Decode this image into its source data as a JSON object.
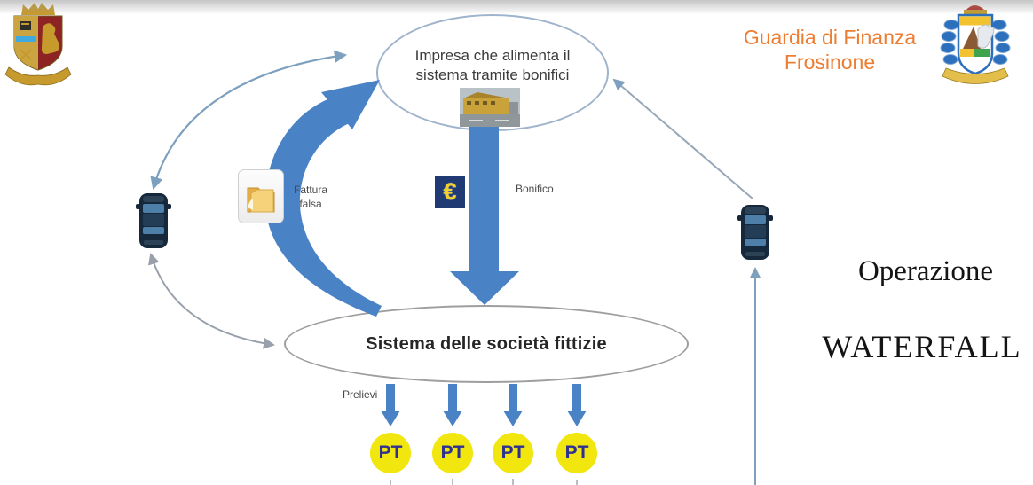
{
  "header": {
    "agency_line1": "Guardia di Finanza",
    "agency_line2": "Frosinone",
    "agency_color": "#ED7D31"
  },
  "operation": {
    "line1": "Operazione",
    "line2": "WATERFALL"
  },
  "diagram": {
    "top_ellipse_label": "Impresa che alimenta il sistema tramite bonifici",
    "bottom_ellipse_label": "Sistema delle società fittizie",
    "bonifico_label": "Bonifico",
    "fattura_label": "Fattura falsa",
    "prelievi_label": "Prelievi",
    "euro_symbol": "€",
    "pt_nodes": [
      {
        "label": "PT"
      },
      {
        "label": "PT"
      },
      {
        "label": "PT"
      },
      {
        "label": "PT"
      }
    ],
    "colors": {
      "thick_arrow_blue": "#4A82C6",
      "thin_arrow_blue": "#7EA0BF",
      "thin_arrow_gray": "#98A0AB",
      "pt_circle_yellow": "#F2E60F",
      "pt_text_blue": "#2E3192",
      "euro_bg_navy": "#203A74",
      "euro_glyph_yellow": "#F3CF2A"
    }
  },
  "icons": {
    "police_crest": "polizia-coat-of-arms",
    "gdf_crest": "frosinone-coat-of-arms",
    "car_left": "car-top-view",
    "car_right": "car-top-view",
    "folder": "yellow-folder",
    "euro": "euro-sign",
    "building": "company-building-photo"
  }
}
